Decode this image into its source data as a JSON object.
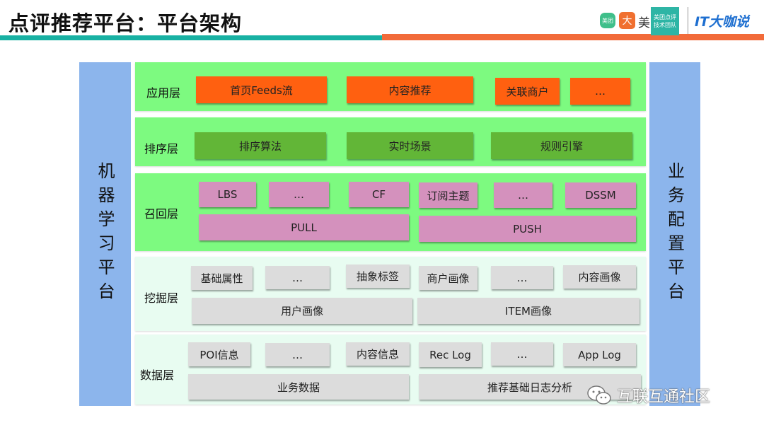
{
  "title": "点评推荐平台：平台架构",
  "logos": {
    "meituan": "美团",
    "dianping": "大",
    "mei": "美",
    "brand_top": "美团点评",
    "brand_bottom": "技术团队",
    "it_talk": "IT大咖说"
  },
  "left_sidebar": "机器学习平台",
  "right_sidebar": "业务配置平台",
  "layers": [
    {
      "label": "应用层",
      "color": "#7dfa80",
      "box_color": "#ff6010",
      "boxes": [
        "首页Feeds流",
        "内容推荐",
        "关联商户",
        "…"
      ]
    },
    {
      "label": "排序层",
      "color": "#7dfa80",
      "box_color": "#62b637",
      "boxes": [
        "排序算法",
        "实时场景",
        "规则引擎"
      ]
    },
    {
      "label": "召回层",
      "color": "#7dfa80",
      "box_color": "#d491bd",
      "boxes": [
        "LBS",
        "…",
        "CF",
        "订阅主题",
        "…",
        "DSSM",
        "PULL",
        "PUSH"
      ]
    },
    {
      "label": "挖掘层",
      "color": "#e8fcf1",
      "box_color": "#dcdcdc",
      "boxes": [
        "基础属性",
        "…",
        "抽象标签",
        "商户画像",
        "…",
        "内容画像",
        "用户画像",
        "ITEM画像"
      ]
    },
    {
      "label": "数据层",
      "color": "#e8fcf1",
      "box_color": "#dcdcdc",
      "boxes": [
        "POI信息",
        "…",
        "内容信息",
        "Rec Log",
        "…",
        "App Log",
        "业务数据",
        "推荐基础日志分析"
      ]
    }
  ],
  "watermark": "互联互通社区"
}
